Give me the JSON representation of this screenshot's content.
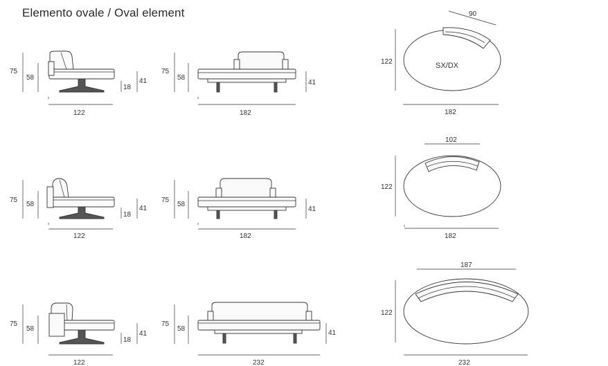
{
  "title": "Elemento ovale / Oval element",
  "rows": [
    {
      "side": {
        "h_back": "75",
        "h_seat": "58",
        "h_frame": "18",
        "h_arm": "41",
        "width": "122"
      },
      "front": {
        "h_back": "75",
        "h_seat": "58",
        "h_arm": "41",
        "width": "182"
      },
      "top": {
        "depth": "122",
        "width": "182",
        "back_width": "90",
        "label": "SX/DX"
      }
    },
    {
      "side": {
        "h_back": "75",
        "h_seat": "58",
        "h_frame": "18",
        "h_arm": "41",
        "width": "122"
      },
      "front": {
        "h_back": "75",
        "h_seat": "58",
        "h_arm": "41",
        "width": "182"
      },
      "top": {
        "depth": "122",
        "width": "182",
        "back_width": "102"
      }
    },
    {
      "side": {
        "h_back": "75",
        "h_seat": "58",
        "h_frame": "18",
        "h_arm": "41",
        "width": "122"
      },
      "front": {
        "h_back": "75",
        "h_seat": "58",
        "h_arm": "41",
        "width": "232"
      },
      "top": {
        "depth": "122",
        "width": "232",
        "back_width": "187"
      }
    }
  ]
}
